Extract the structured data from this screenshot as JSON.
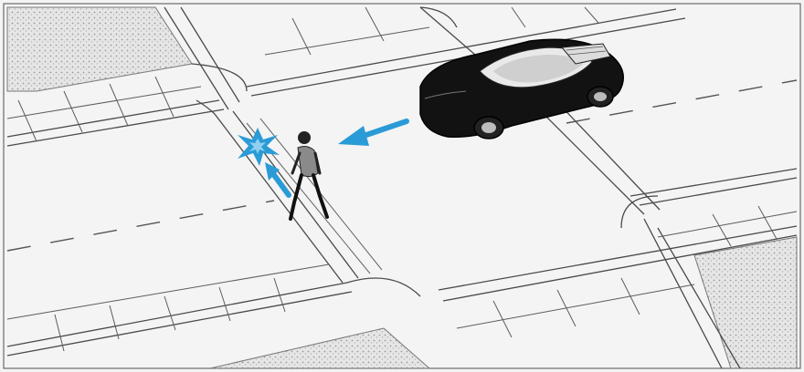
{
  "scene": {
    "kind": "line-illustration",
    "palette": {
      "paper": "#f4f4f4",
      "ink": "#4a4a4a",
      "sidewalk_texture": "#d9d9d9",
      "arrow_blue": "#2a9bd6",
      "car_body": "#121212"
    },
    "subjects": [
      {
        "role": "car",
        "icon": "car-icon"
      },
      {
        "role": "pedestrian",
        "icon": "walking-person-icon"
      }
    ],
    "markers": [
      {
        "role": "car-motion-arrow",
        "icon": "arrow-left-icon"
      },
      {
        "role": "pedestrian-motion-arrow",
        "icon": "arrow-up-left-icon"
      },
      {
        "role": "collision-point",
        "icon": "star-burst-icon"
      }
    ]
  }
}
